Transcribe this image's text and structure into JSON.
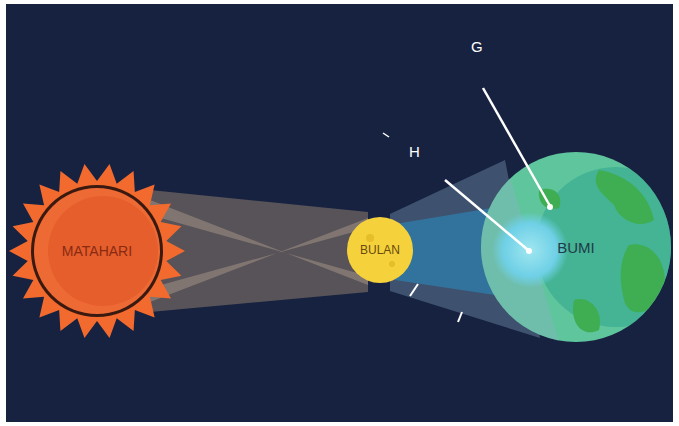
{
  "diagram": {
    "nodes": [
      {
        "text": [
          "MATAHARI"
        ]
      },
      {
        "text": [
          "BULAN"
        ]
      },
      {
        "text": [
          "BUMI"
        ]
      }
    ],
    "labels": [
      "G",
      "H"
    ]
  }
}
